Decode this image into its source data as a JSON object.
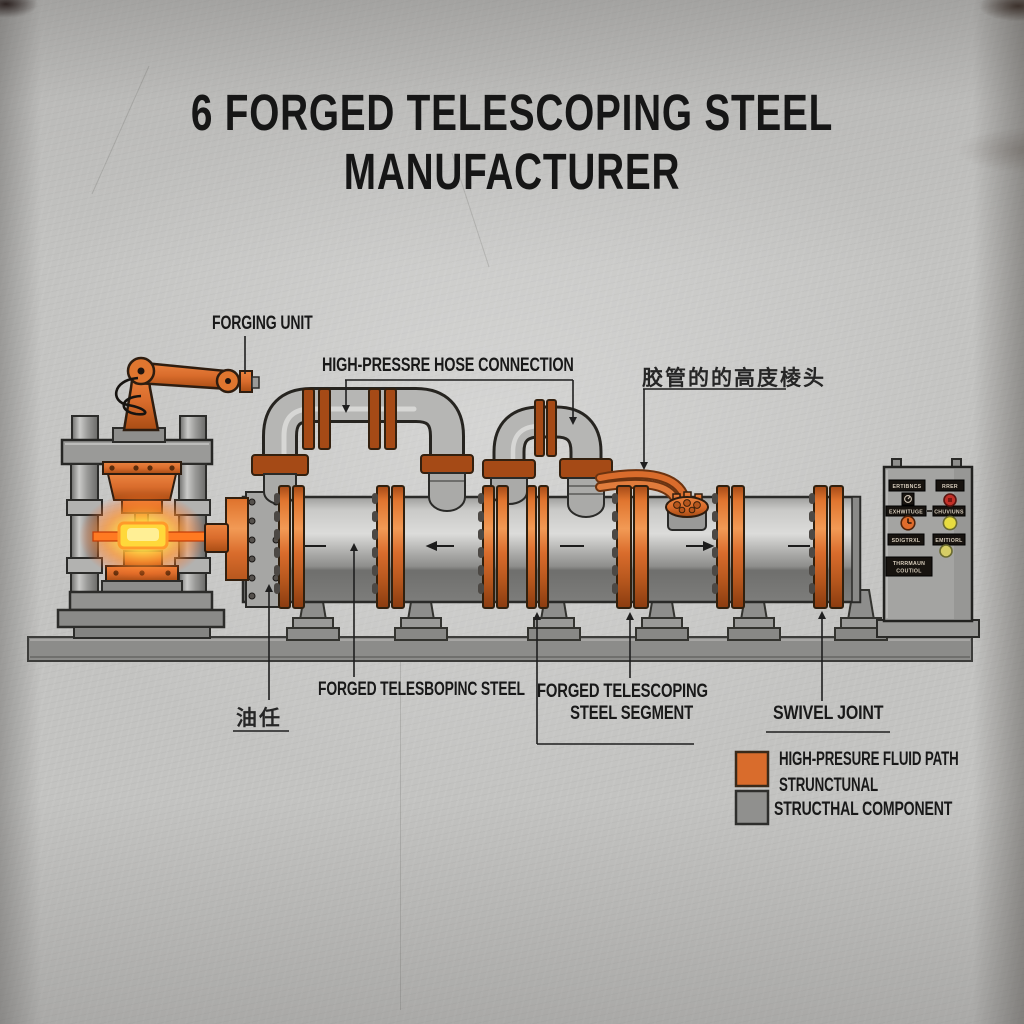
{
  "title": "6 FORGED TELESCOPING STEEL MANUFACTURER",
  "labels": {
    "forging_unit": "FORGING UNIT",
    "hose_connection": "HIGH-PRESSRE HOSE CONNECTION",
    "hose_connection_cn": "胶管的的高庋棱头",
    "oil_cn": "油任",
    "forged_steel": "FORGED TELESBOPINC STEEL",
    "segment_line1": "FORGED TELESCOPING",
    "segment_line2": "STEEL SEGMENT",
    "swivel_joint": "SWIVEL JOINT"
  },
  "legend": {
    "fluid_line1": "HIGH-PRESURE FLUID PATH",
    "fluid_line2": "STRUNCTUNAL",
    "structural": "STRUCTHAL COMPONENT",
    "fluid_color": "#d96c2c",
    "structural_color": "#90908e"
  },
  "panel": {
    "plates": [
      "ERTIBNCS",
      "RRER",
      "EXHWITUGE",
      "CHUVIUNS",
      "SDIGTRXL",
      "EMITIORL"
    ],
    "bottom_line1": "THRRMAUN",
    "bottom_line2": "COUTIOL",
    "indicators": {
      "red": "#c23028",
      "dial": "#e06c2c",
      "yellow1": "#e8dc40",
      "yellow2": "#d6cd66"
    }
  },
  "colors": {
    "accent_orange": "#d96c2c",
    "steel_gray": "#a8a8a6",
    "background": "#c3c3c1",
    "ink": "#1e1e1e"
  }
}
